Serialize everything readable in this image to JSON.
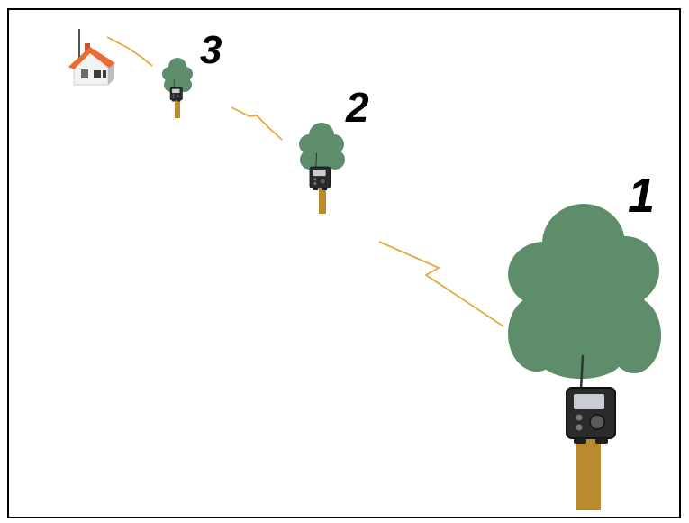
{
  "scene": {
    "labels": [
      "1",
      "2",
      "3"
    ],
    "colors": {
      "tree_foliage": "#5e8d6c",
      "trunk": "#b98b2d",
      "signal": "#e8a844",
      "roof": "#ea6a2f",
      "house_wall": "#f2f2f2",
      "device_body": "#2a2a2a",
      "frame": "#000000"
    },
    "icons": [
      "house-icon",
      "tree-icon",
      "sensor-device-icon",
      "wireless-signal-icon"
    ]
  }
}
